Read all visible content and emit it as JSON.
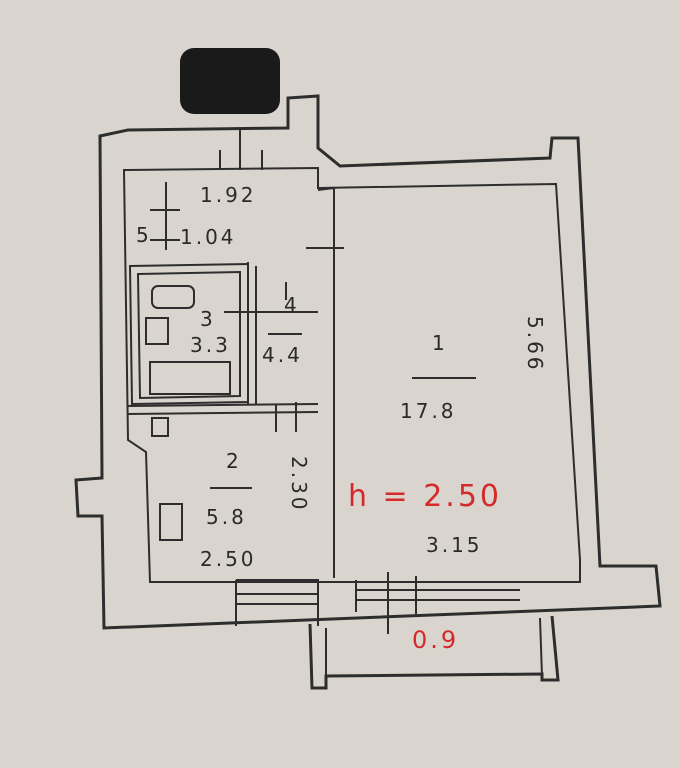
{
  "rooms": [
    {
      "number": "1",
      "area": "17.8",
      "length": "5.66",
      "width": "3.15"
    },
    {
      "number": "2",
      "area": "5.8",
      "length": "2.50",
      "width": "2.30"
    },
    {
      "number": "3",
      "area": "3.3"
    },
    {
      "number": "4",
      "area": "4.4"
    },
    {
      "number": "5",
      "area": "1.04"
    }
  ],
  "dimensions": {
    "corridor_width": "1.92",
    "balcony_width": "0.9"
  },
  "ceiling_height": "h = 2.50",
  "colors": {
    "paper": "#d9d5ce",
    "ink": "#2d2d2d",
    "annotation": "#d42a2a",
    "redaction": "#1a1a1a"
  }
}
